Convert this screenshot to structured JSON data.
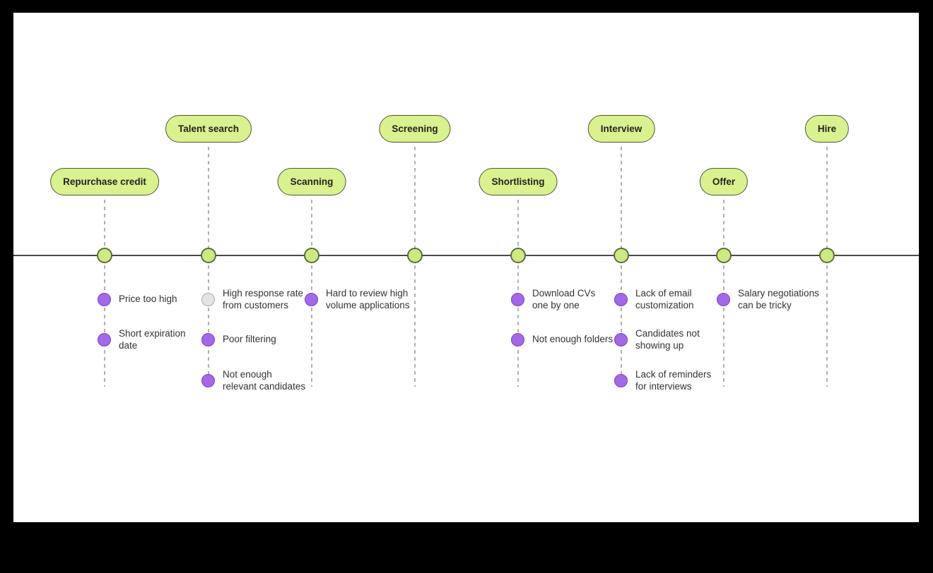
{
  "colors": {
    "frame_background": "#000000",
    "panel_background": "#ffffff",
    "timeline_line": "#4a4a4a",
    "stage_pill_fill": "#d9f18e",
    "stage_pill_border": "#4e5935",
    "timeline_node_fill": "#cdea82",
    "timeline_node_border": "#5d6b40",
    "pain_dot_fill": "#a368e3",
    "pain_dot_border": "#7d3ed2",
    "neutral_dot_fill": "#e4e4e4",
    "neutral_dot_border": "#a8a8a8",
    "connector_dash": "#b0b0b0",
    "text": "#333333"
  },
  "timeline": {
    "stages": [
      {
        "label": "Repurchase credit",
        "items": [
          {
            "kind": "pain",
            "lines": [
              "Price too high"
            ]
          },
          {
            "kind": "pain",
            "lines": [
              "Short expiration",
              "date"
            ]
          }
        ]
      },
      {
        "label": "Talent search",
        "items": [
          {
            "kind": "neutral",
            "lines": [
              "High response rate",
              "from customers"
            ]
          },
          {
            "kind": "pain",
            "lines": [
              "Poor filtering"
            ]
          },
          {
            "kind": "pain",
            "lines": [
              "Not enough",
              "relevant candidates"
            ]
          }
        ]
      },
      {
        "label": "Scanning",
        "items": [
          {
            "kind": "pain",
            "lines": [
              "Hard to review high",
              "volume applications"
            ]
          }
        ]
      },
      {
        "label": "Screening",
        "items": []
      },
      {
        "label": "Shortlisting",
        "items": [
          {
            "kind": "pain",
            "lines": [
              "Download CVs",
              "one by one"
            ]
          },
          {
            "kind": "pain",
            "lines": [
              "Not enough folders"
            ]
          }
        ]
      },
      {
        "label": "Interview",
        "items": [
          {
            "kind": "pain",
            "lines": [
              "Lack of email",
              "customization"
            ]
          },
          {
            "kind": "pain",
            "lines": [
              "Candidates not",
              "showing up"
            ]
          },
          {
            "kind": "pain",
            "lines": [
              "Lack of reminders",
              "for interviews"
            ]
          }
        ]
      },
      {
        "label": "Offer",
        "items": [
          {
            "kind": "pain",
            "lines": [
              "Salary negotiations",
              "can be tricky"
            ]
          }
        ]
      },
      {
        "label": "Hire",
        "items": []
      }
    ]
  }
}
